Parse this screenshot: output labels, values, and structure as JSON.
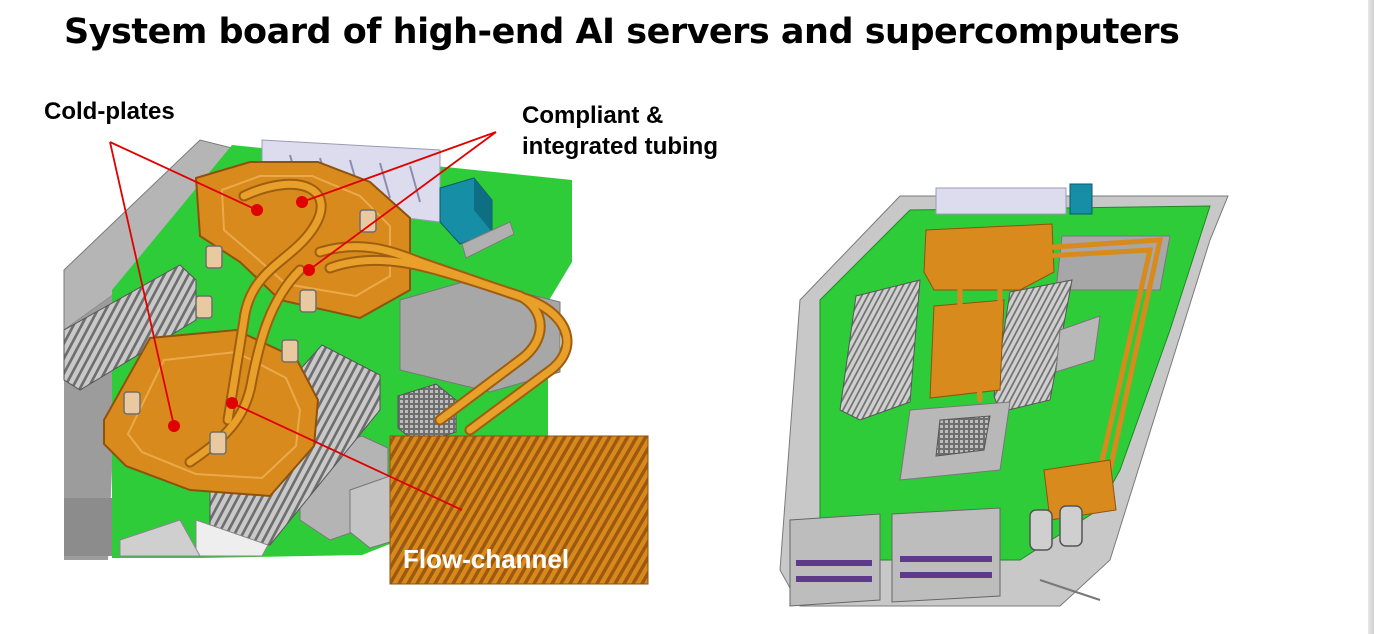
{
  "title": "System board of high-end AI servers and supercomputers",
  "callouts": {
    "cold_plates": "Cold-plates",
    "tubing": "Compliant &\nintegrated tubing",
    "flow_channel": "Flow-channel"
  },
  "colors": {
    "board_green": "#2fcc3a",
    "copper": "#d98a1c",
    "tube": "#e19a22",
    "callout_red": "#e00000",
    "metal_gray": "#a7a7a7"
  }
}
